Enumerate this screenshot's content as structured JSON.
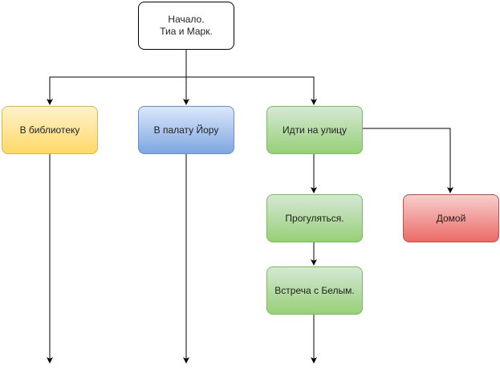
{
  "nodes": {
    "start": "Начало.\nТиа и Марк.",
    "library": "В библиотеку",
    "chamber": "В палату Йору",
    "street": "Идти на улицу",
    "walk": "Прогуляться.",
    "meeting": "Встреча с Белым.",
    "home": "Домой"
  },
  "colors": {
    "library_fill": "#ffd966",
    "chamber_fill": "#7ea6e0",
    "street_fill": "#97d077",
    "home_fill": "#ea6b66",
    "edge": "#000000"
  }
}
